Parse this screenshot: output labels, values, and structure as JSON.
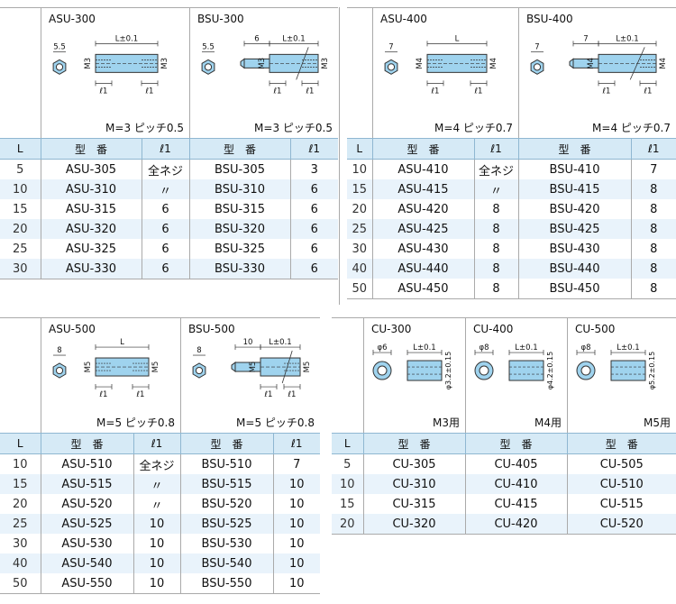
{
  "blocks": [
    {
      "id": "asu300",
      "diagrams": [
        {
          "name": "ASU-300",
          "caption": "M=3 ピッチ0.5",
          "dims": {
            "hex": "5.5",
            "l": "L±0.1",
            "m": "M3",
            "m2": "M3",
            "e": "ℓ1"
          }
        },
        {
          "name": "BSU-300",
          "caption": "M=3 ピッチ0.5",
          "dims": {
            "hex": "5.5",
            "stud": "6",
            "l": "L±0.1",
            "m": "M3",
            "m2": "M3",
            "e": "ℓ1"
          }
        }
      ],
      "headers": [
        "L",
        "型　番",
        "ℓ1",
        "型　番",
        "ℓ1"
      ],
      "rows": [
        [
          "5",
          "ASU-305",
          "全ネジ",
          "BSU-305",
          "3"
        ],
        [
          "10",
          "ASU-310",
          "〃",
          "BSU-310",
          "6"
        ],
        [
          "15",
          "ASU-315",
          "6",
          "BSU-315",
          "6"
        ],
        [
          "20",
          "ASU-320",
          "6",
          "BSU-320",
          "6"
        ],
        [
          "25",
          "ASU-325",
          "6",
          "BSU-325",
          "6"
        ],
        [
          "30",
          "ASU-330",
          "6",
          "BSU-330",
          "6"
        ]
      ]
    },
    {
      "id": "asu400",
      "diagrams": [
        {
          "name": "ASU-400",
          "caption": "M=4 ピッチ0.7",
          "dims": {
            "hex": "7",
            "l": "L",
            "m": "M4",
            "m2": "M4",
            "e": "ℓ1"
          }
        },
        {
          "name": "BSU-400",
          "caption": "M=4 ピッチ0.7",
          "dims": {
            "hex": "7",
            "stud": "7",
            "l": "L±0.1",
            "m": "M4",
            "m2": "M4",
            "e": "ℓ1"
          }
        }
      ],
      "headers": [
        "L",
        "型　番",
        "ℓ1",
        "型　番",
        "ℓ1"
      ],
      "rows": [
        [
          "10",
          "ASU-410",
          "全ネジ",
          "BSU-410",
          "7"
        ],
        [
          "15",
          "ASU-415",
          "〃",
          "BSU-415",
          "8"
        ],
        [
          "20",
          "ASU-420",
          "8",
          "BSU-420",
          "8"
        ],
        [
          "25",
          "ASU-425",
          "8",
          "BSU-425",
          "8"
        ],
        [
          "30",
          "ASU-430",
          "8",
          "BSU-430",
          "8"
        ],
        [
          "40",
          "ASU-440",
          "8",
          "BSU-440",
          "8"
        ],
        [
          "50",
          "ASU-450",
          "8",
          "BSU-450",
          "8"
        ]
      ]
    },
    {
      "id": "asu500",
      "diagrams": [
        {
          "name": "ASU-500",
          "caption": "M=5 ピッチ0.8",
          "dims": {
            "hex": "8",
            "l": "L",
            "m": "M5",
            "m2": "M5",
            "e": "ℓ1"
          }
        },
        {
          "name": "BSU-500",
          "caption": "M=5 ピッチ0.8",
          "dims": {
            "hex": "8",
            "stud": "10",
            "l": "L±0.1",
            "m": "M5",
            "m2": "M5",
            "e": "ℓ1"
          }
        }
      ],
      "headers": [
        "L",
        "型　番",
        "ℓ1",
        "型　番",
        "ℓ1"
      ],
      "rows": [
        [
          "10",
          "ASU-510",
          "全ネジ",
          "BSU-510",
          "7"
        ],
        [
          "15",
          "ASU-515",
          "〃",
          "BSU-515",
          "10"
        ],
        [
          "20",
          "ASU-520",
          "〃",
          "BSU-520",
          "10"
        ],
        [
          "25",
          "ASU-525",
          "10",
          "BSU-525",
          "10"
        ],
        [
          "30",
          "ASU-530",
          "10",
          "BSU-530",
          "10"
        ],
        [
          "40",
          "ASU-540",
          "10",
          "BSU-540",
          "10"
        ],
        [
          "50",
          "ASU-550",
          "10",
          "BSU-550",
          "10"
        ]
      ]
    },
    {
      "id": "cu",
      "diagrams": [
        {
          "name": "CU-300",
          "caption": "M3用",
          "dims": {
            "od": "φ6",
            "l": "L±0.1",
            "id": "φ3.2±0.15"
          }
        },
        {
          "name": "CU-400",
          "caption": "M4用",
          "dims": {
            "od": "φ8",
            "l": "L±0.1",
            "id": "φ4.2±0.15"
          }
        },
        {
          "name": "CU-500",
          "caption": "M5用",
          "dims": {
            "od": "φ8",
            "l": "L±0.1",
            "id": "φ5.2±0.15"
          }
        }
      ],
      "headers": [
        "L",
        "型　番",
        "型　番",
        "型　番"
      ],
      "rows": [
        [
          "5",
          "CU-305",
          "CU-405",
          "CU-505"
        ],
        [
          "10",
          "CU-310",
          "CU-410",
          "CU-510"
        ],
        [
          "15",
          "CU-315",
          "CU-415",
          "CU-515"
        ],
        [
          "20",
          "CU-320",
          "CU-420",
          "CU-520"
        ]
      ]
    }
  ],
  "colors": {
    "part_fill": "#9fd3ee",
    "header_bg": "#d6eaf6",
    "row_alt": "#e9f3fb",
    "line": "#333333"
  }
}
